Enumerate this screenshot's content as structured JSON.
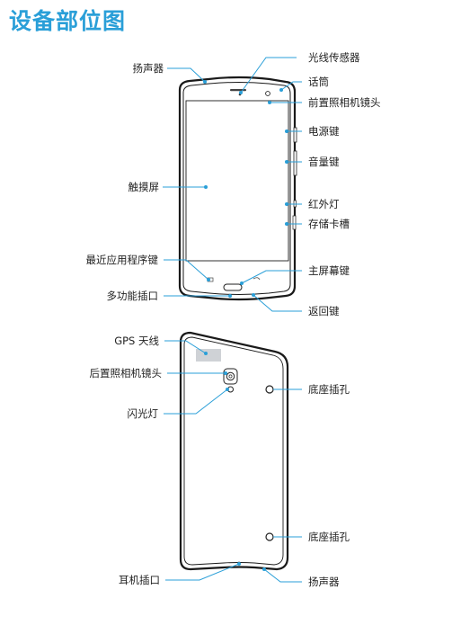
{
  "title": "设备部位图",
  "accent_color": "#2a9fd8",
  "front": {
    "labels": {
      "speaker": "扬声器",
      "light_sensor": "光线传感器",
      "earpiece": "话筒",
      "front_camera": "前置照相机镜头",
      "power_key": "电源键",
      "volume_key": "音量键",
      "touchscreen": "触摸屏",
      "ir_led": "红外灯",
      "card_slot": "存储卡槽",
      "recent_apps_key": "最近应用程序键",
      "home_key": "主屏幕键",
      "multipurpose_jack": "多功能插口",
      "back_key": "返回键"
    }
  },
  "back": {
    "labels": {
      "gps_antenna": "GPS 天线",
      "rear_camera": "后置照相机镜头",
      "flash": "闪光灯",
      "dock_hole_top": "底座插孔",
      "dock_hole_bottom": "底座插孔",
      "headset_jack": "耳机插口",
      "speaker": "扬声器"
    }
  }
}
